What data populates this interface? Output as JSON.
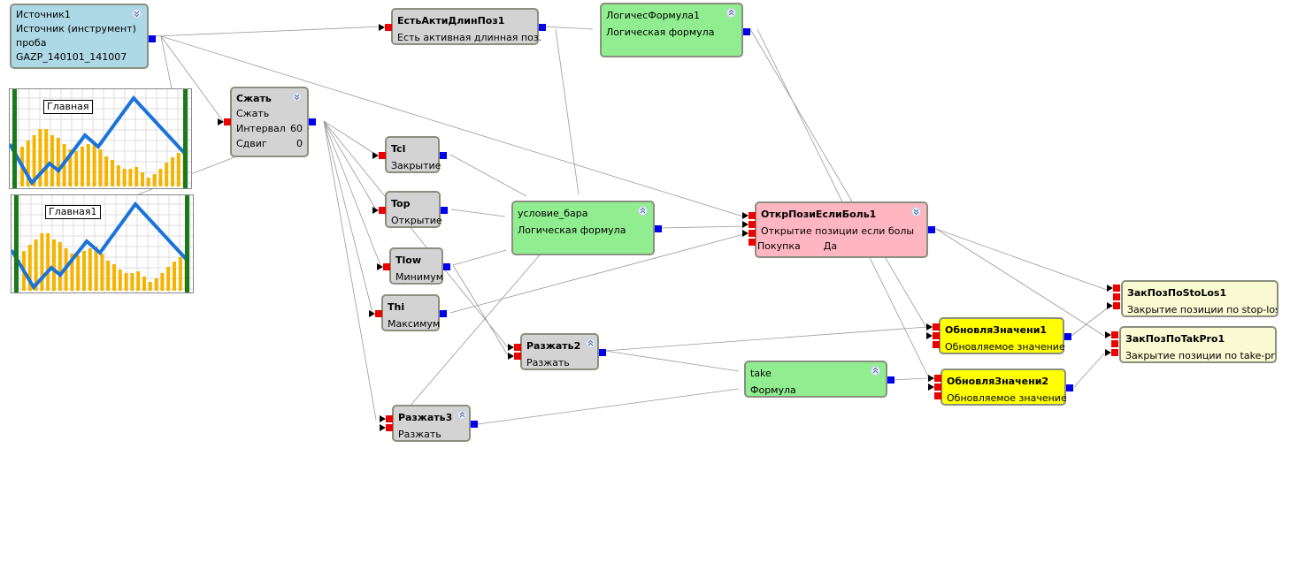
{
  "nodes": {
    "source": {
      "title": "Источник1",
      "subtitle": "Источник (инструмент)",
      "line3": "проба",
      "line4": "GAZP_140101_141007"
    },
    "est": {
      "title": "ЕстьАктиДлинПоз1",
      "subtitle": "Есть активная длинная поз."
    },
    "logic1": {
      "title": "ЛогичесФормула1",
      "subtitle": "Логическая формула"
    },
    "szhat": {
      "title": "Сжать",
      "subtitle": "Сжать",
      "param1_label": "Интервал",
      "param1_value": "60",
      "param2_label": "Сдвиг",
      "param2_value": "0"
    },
    "tcl": {
      "title": "Tcl",
      "subtitle": "Закрытие"
    },
    "top": {
      "title": "Top",
      "subtitle": "Открытие"
    },
    "tlow": {
      "title": "Tlow",
      "subtitle": "Минимум"
    },
    "thi": {
      "title": "Thi",
      "subtitle": "Максимум"
    },
    "cond": {
      "title": "условие_бара",
      "subtitle": "Логическая формула"
    },
    "open": {
      "title": "ОткрПозиЕслиБоль1",
      "subtitle": "Открытие позиции если болы",
      "param_label": "Покупка",
      "param_value": "Да"
    },
    "razh2": {
      "title": "Разжать2",
      "subtitle": "Разжать"
    },
    "take": {
      "title": "take",
      "subtitle": "Формула"
    },
    "razh3": {
      "title": "Разжать3",
      "subtitle": "Разжать"
    },
    "upd1": {
      "title": "ОбновляЗначени1",
      "subtitle": "Обновляемое значение"
    },
    "upd2": {
      "title": "ОбновляЗначени2",
      "subtitle": "Обновляемое значение"
    },
    "zsl": {
      "title": "ЗакПозПоStoLos1",
      "subtitle": "Закрытие позиции по stop-los"
    },
    "ztp": {
      "title": "ЗакПозПоTakPro1",
      "subtitle": "Закрытие позиции по take-pr"
    }
  },
  "panels": [
    {
      "label": "Главная"
    },
    {
      "label": "Главная1"
    }
  ],
  "colors": {
    "input_port": "#ee0000",
    "output_port": "#0000ee",
    "source": "#add8e6",
    "logic": "#90ee90",
    "indicator": "#d3d3d3",
    "open": "#ffb6c1",
    "update": "#ffff00",
    "close": "#fafad2"
  }
}
